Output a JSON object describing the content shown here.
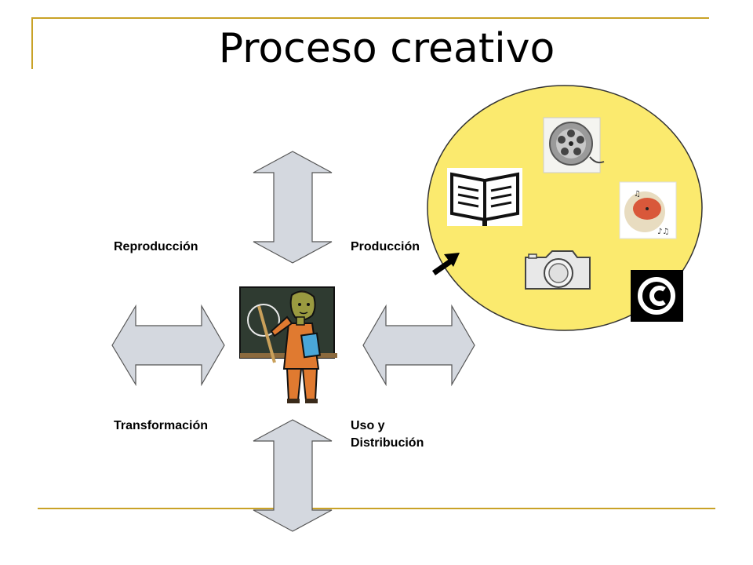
{
  "slide": {
    "title": "Proceso creativo",
    "labels": {
      "reproduccion": "Reproducción",
      "produccion": "Producción",
      "transformacion": "Transformación",
      "uso_line1": "Uso y",
      "uso_line2": "Distribución"
    }
  },
  "colors": {
    "frame": "#c9a227",
    "arrow_fill": "#d4d8df",
    "arrow_stroke": "#555555",
    "circle_fill": "#fbea6e",
    "board": "#2f3b31",
    "teacher_skin": "#8a8a3a",
    "teacher_shirt": "#e07a30"
  },
  "icons": [
    "film-reel-icon",
    "book-icon",
    "vinyl-record-icon",
    "camera-icon",
    "copyright-icon",
    "teacher-at-blackboard-icon"
  ]
}
